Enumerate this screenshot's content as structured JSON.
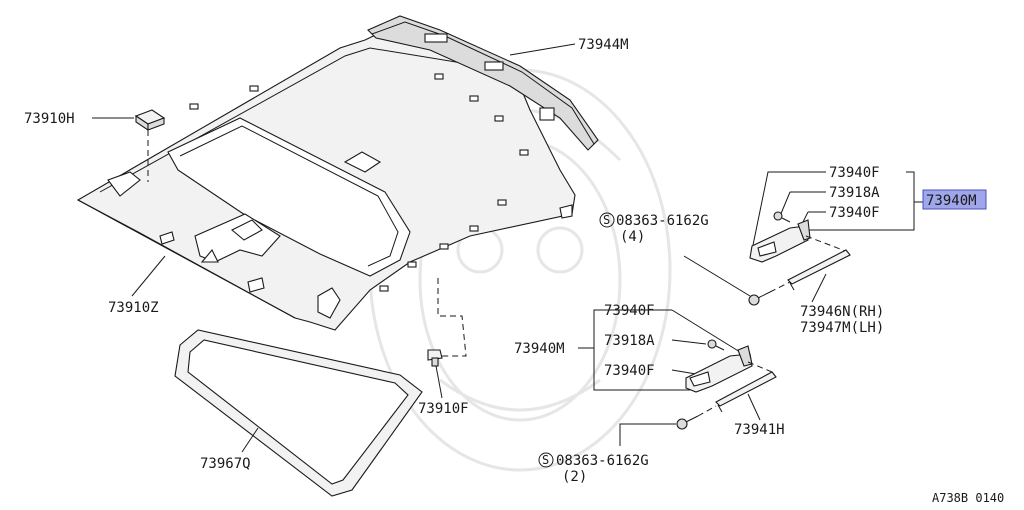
{
  "labels": {
    "p_73944M": "73944M",
    "p_73910H": "73910H",
    "p_73910Z": "73910Z",
    "p_73910F": "73910F",
    "p_73967Q": "73967Q",
    "p_73940F_a": "73940F",
    "p_73918A_a": "73918A",
    "p_73940F_b": "73940F",
    "p_73940M_hl": "73940M",
    "p_08363_a": "08363-6162G",
    "p_qty_4": "(4)",
    "p_73946N": "73946N(RH)",
    "p_73947M": "73947M(LH)",
    "p_73940F_c": "73940F",
    "p_73940M_b": "73940M",
    "p_73918A_b": "73918A",
    "p_73940F_d": "73940F",
    "p_73941H": "73941H",
    "p_08363_b": "08363-6162G",
    "p_qty_2": "(2)",
    "s_sym_a": "S",
    "s_sym_b": "S",
    "ref_code": "A738B 0140"
  },
  "colors": {
    "highlight": "#9fa6ea",
    "ink": "#1a1a1a"
  }
}
